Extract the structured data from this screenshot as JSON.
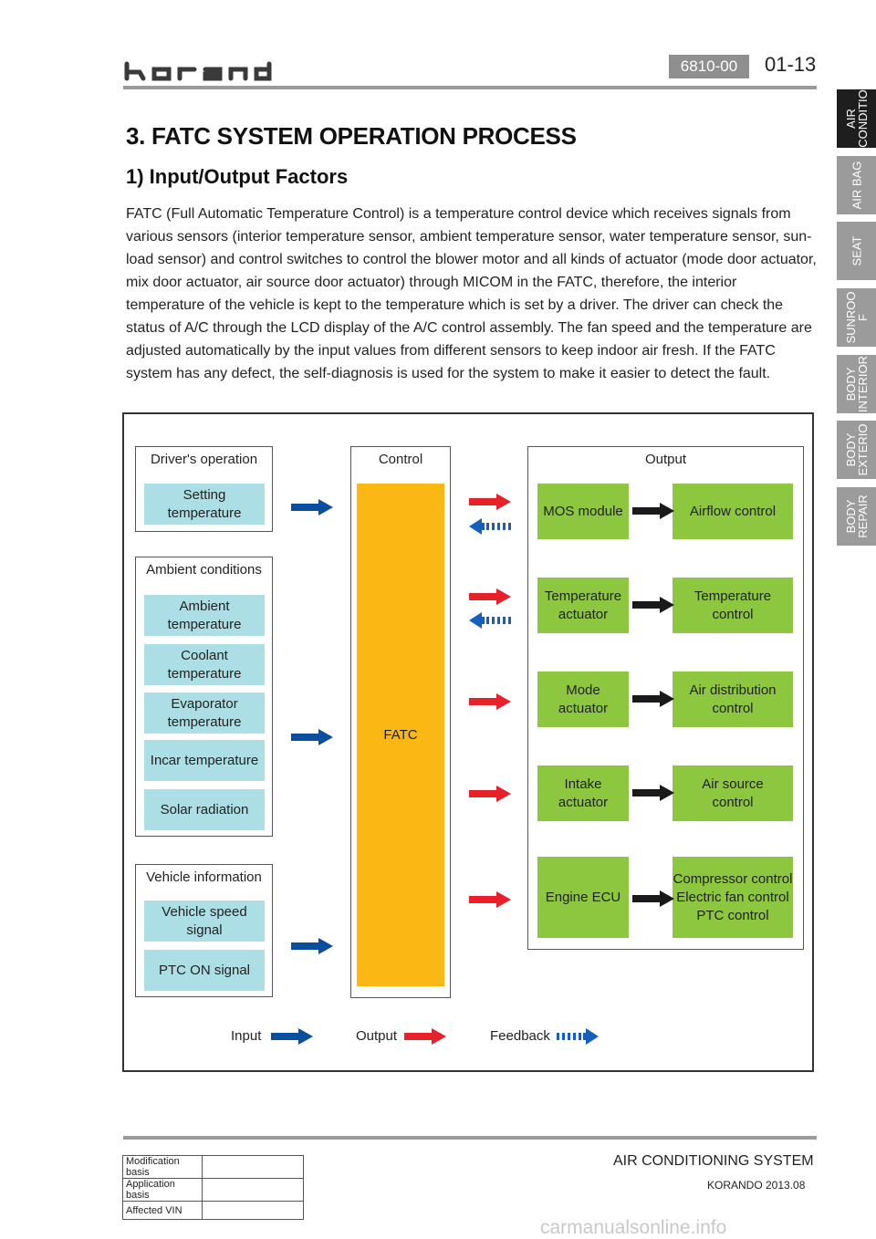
{
  "header": {
    "brand": "korando",
    "code": "6810-00",
    "page": "01-13"
  },
  "side_tabs": [
    {
      "label": "AIR\nCONDITIO",
      "active": true
    },
    {
      "label": "AIR BAG",
      "active": false
    },
    {
      "label": "SEAT",
      "active": false
    },
    {
      "label": "SUNROO\nF",
      "active": false
    },
    {
      "label": "BODY\nINTERIOR",
      "active": false
    },
    {
      "label": "BODY\nEXTERIO",
      "active": false
    },
    {
      "label": "BODY\nREPAIR",
      "active": false
    }
  ],
  "section_title": "3. FATC SYSTEM OPERATION PROCESS",
  "subsection_title": "1) Input/Output Factors",
  "paragraph": "FATC (Full Automatic Temperature Control) is a temperature control device which receives signals from various sensors (interior temperature sensor, ambient temperature sensor, water temperature sensor, sun-load sensor) and control switches to control the blower motor and all kinds of actuator (mode door actuator, mix door actuator, air source door actuator) through MICOM in the FATC, therefore, the interior temperature of the vehicle is kept to the temperature which is set by a driver. The driver can check the status of A/C through the LCD display of the A/C control assembly. The fan speed and the temperature are adjusted automatically by the input values from different sensors to keep indoor air fresh. If the FATC system has any defect, the self-diagnosis is used for the system to make it easier to detect the fault.",
  "diagram": {
    "inputs": {
      "drivers_operation": {
        "title": "Driver's operation",
        "items": [
          "Setting\ntemperature"
        ]
      },
      "ambient_conditions": {
        "title": "Ambient conditions",
        "items": [
          "Ambient\ntemperature",
          "Coolant\ntemperature",
          "Evaporator\ntemperature",
          "Incar temperature",
          "Solar radiation"
        ]
      },
      "vehicle_information": {
        "title": "Vehicle information",
        "items": [
          "Vehicle speed\nsignal",
          "PTC ON signal"
        ]
      }
    },
    "control": {
      "title": "Control",
      "unit": "FATC"
    },
    "output": {
      "title": "Output",
      "rows": [
        {
          "device": "MOS module",
          "result": "Airflow control"
        },
        {
          "device": "Temperature\nactuator",
          "result": "Temperature\ncontrol"
        },
        {
          "device": "Mode\nactuator",
          "result": "Air distribution\ncontrol"
        },
        {
          "device": "Intake\nactuator",
          "result": "Air source\ncontrol"
        },
        {
          "device": "Engine ECU",
          "result": "Compressor control\nElectric fan control\nPTC control"
        }
      ]
    },
    "legend": {
      "input": "Input",
      "output": "Output",
      "feedback": "Feedback"
    },
    "colors": {
      "input_arrow": "#0a4ea0",
      "output_arrow": "#e8202a",
      "feedback_arrow": "#1560bd",
      "control_fill": "#fbb814",
      "sensor_fill": "#acdfe5",
      "actuator_fill": "#8dc63f"
    }
  },
  "footer": {
    "table": [
      "Modification basis",
      "Application basis",
      "Affected VIN"
    ],
    "system": "AIR CONDITIONING SYSTEM",
    "model": "KORANDO 2013.08",
    "watermark": "carmanualsonline.info"
  }
}
